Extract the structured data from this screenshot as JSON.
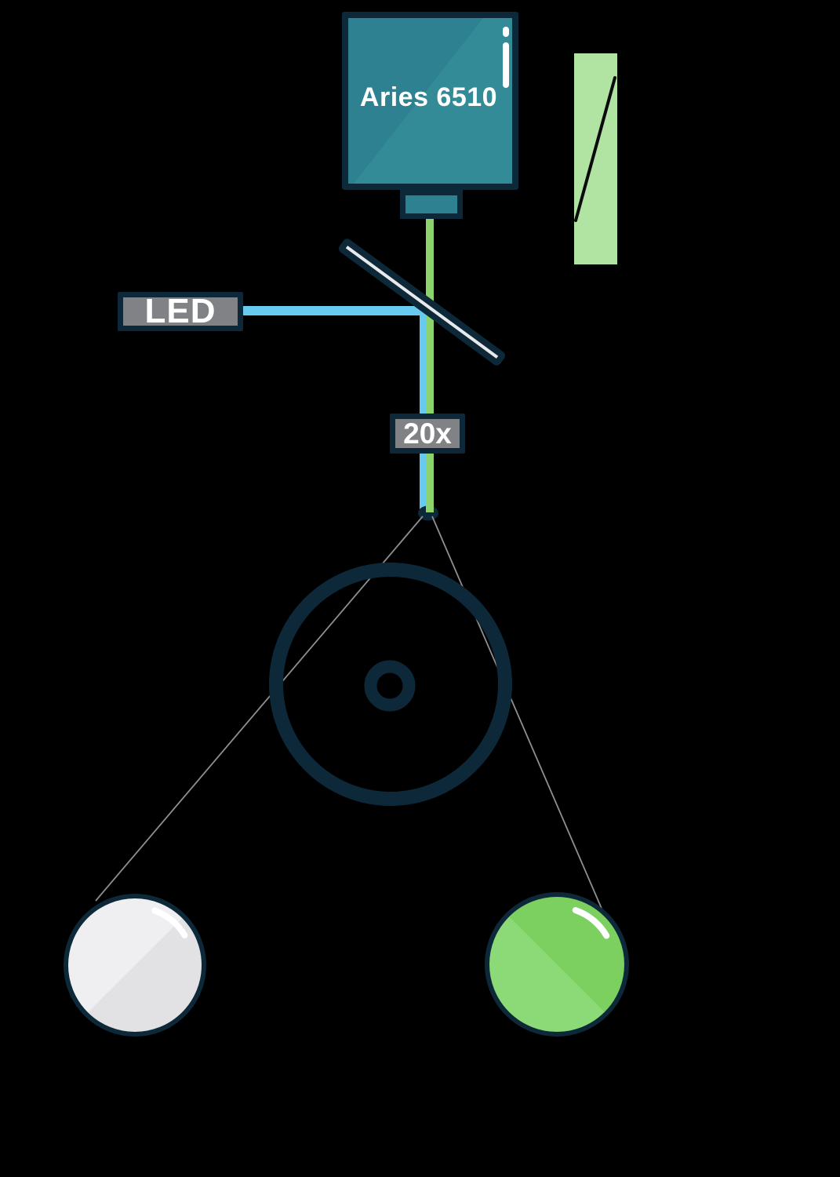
{
  "labels": {
    "camera": "Aries 6510",
    "light_source": "LED",
    "objective": "20x"
  },
  "icons": {
    "camera_indicator": "white vertical i-mark (dot over rounded bar)",
    "filter_spectrum_line": "black diagonal line rising left-to-right inside green filter panel",
    "dichroic_mirror": "light-gray bar tilted ~36 degrees with navy outline",
    "objective_lens": "small dark half-ellipse at beam tip",
    "light_cone": "thin gray diverging lines from objective tip to beads",
    "sample_dish": "large navy ring with small navy donut bead at center",
    "bead_highlight": "white curved gloss arc on upper-right of each bead"
  },
  "colors": {
    "background": "#000000",
    "stroke_navy": "#0d2939",
    "camera_teal": "#2e8190",
    "camera_teal_light": "#348b98",
    "beam_green": "#8dd36c",
    "beam_blue": "#68caee",
    "label_gray": "#808285",
    "mirror_fill": "#e8e9ea",
    "filter_green": "#b1e3a2",
    "spectrum_line": "#0a0a0a",
    "cone_gray": "#8f8f8f",
    "white_bead_light": "#efeff1",
    "white_bead_shade": "#e2e2e5",
    "green_bead": "#7cd05f",
    "green_bead_light": "#8cd977",
    "text_white": "#ffffff"
  }
}
